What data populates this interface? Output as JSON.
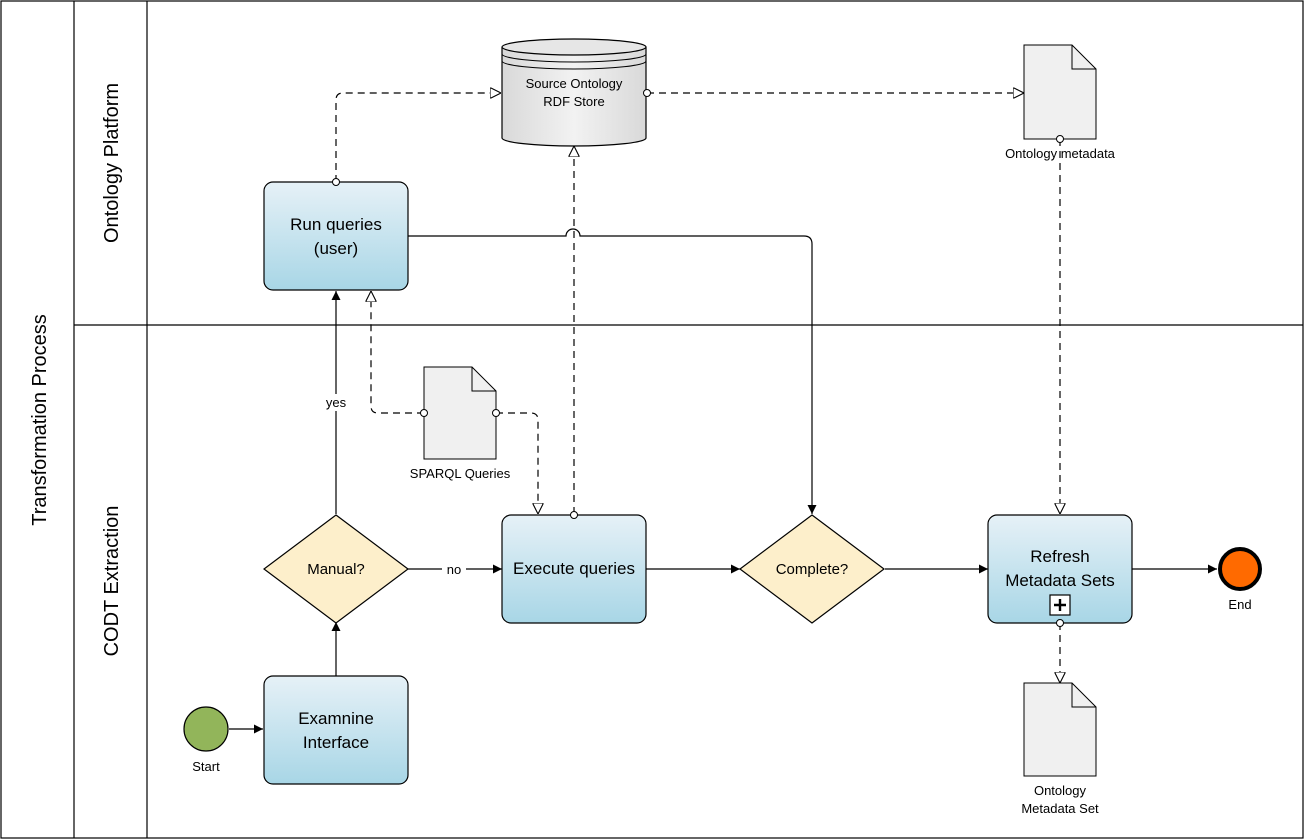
{
  "pool": {
    "label": "Transformation Process"
  },
  "lanes": {
    "top": "Ontology Platform",
    "bottom": "CODT Extraction"
  },
  "events": {
    "start": {
      "label": "Start",
      "color": "#92b55a"
    },
    "end": {
      "label": "End",
      "color": "#ff6a00"
    }
  },
  "tasks": {
    "run_queries": {
      "line1": "Run queries",
      "line2": "(user)"
    },
    "examine": {
      "line1": "Examnine",
      "line2": "Interface"
    },
    "execute": {
      "line1": "Execute queries"
    },
    "refresh": {
      "line1": "Refresh",
      "line2": "Metadata Sets"
    }
  },
  "gateways": {
    "manual": "Manual?",
    "complete": "Complete?"
  },
  "flow_labels": {
    "yes": "yes",
    "no": "no"
  },
  "data_store": {
    "line1": "Source Ontology",
    "line2": "RDF Store"
  },
  "documents": {
    "ontology_metadata": {
      "label": "Ontology metadata"
    },
    "sparql": {
      "label": "SPARQL Queries"
    },
    "metadata_set": {
      "line1": "Ontology",
      "line2": "Metadata Set"
    }
  },
  "colors": {
    "task_top": "#e6f1f7",
    "task_bottom": "#a8d6e6",
    "gateway": "#fdefcb",
    "document": "#f0f0f0",
    "data_store": "#e6e6e6"
  }
}
